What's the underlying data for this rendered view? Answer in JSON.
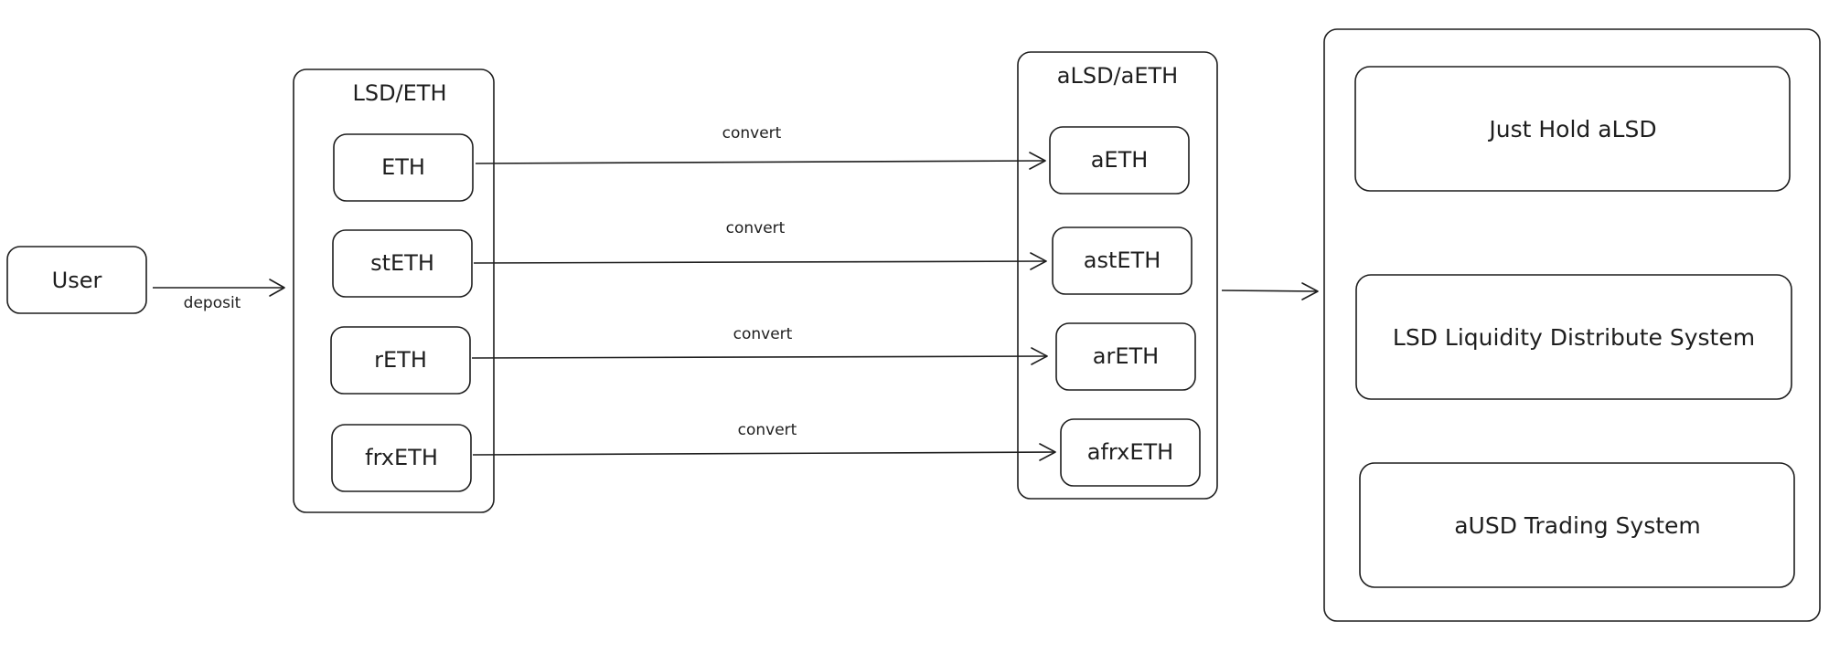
{
  "diagram": {
    "user": "User",
    "edge_deposit": "deposit",
    "lsd_group": {
      "title": "LSD/ETH",
      "items": [
        "ETH",
        "stETH",
        "rETH",
        "frxETH"
      ]
    },
    "edge_convert": [
      "convert",
      "convert",
      "convert",
      "convert"
    ],
    "alsd_group": {
      "title": "aLSD/aETH",
      "items": [
        "aETH",
        "astETH",
        "arETH",
        "afrxETH"
      ]
    },
    "systems": [
      "Just Hold aLSD",
      "LSD Liquidity Distribute System",
      "aUSD Trading System"
    ]
  }
}
